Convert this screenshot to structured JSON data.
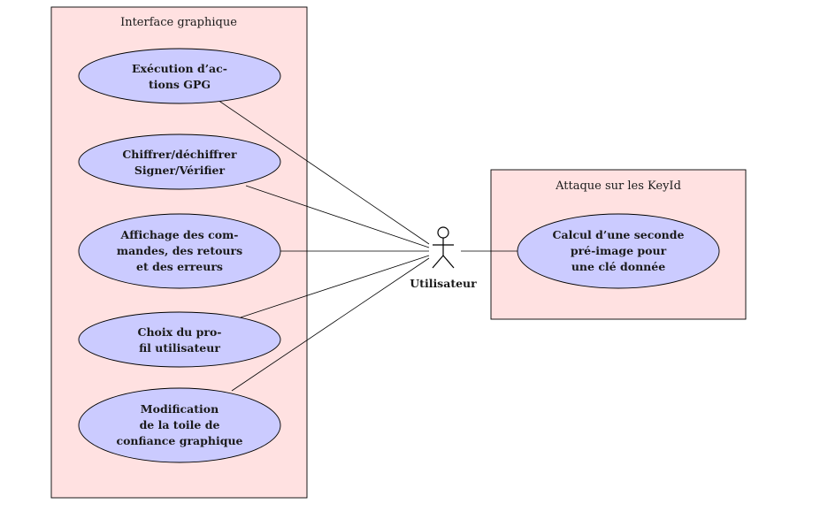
{
  "boundaries": [
    {
      "id": "gui",
      "title": "Interface graphique"
    },
    {
      "id": "attack",
      "title": "Attaque sur les KeyId"
    }
  ],
  "actor": {
    "label": "Utilisateur"
  },
  "use_cases": [
    {
      "id": "uc1",
      "boundary": "gui",
      "lines": [
        "Exécution d’ac-",
        "tions GPG"
      ]
    },
    {
      "id": "uc2",
      "boundary": "gui",
      "lines": [
        "Chiffrer/déchiffrer",
        "Signer/Vérifier"
      ]
    },
    {
      "id": "uc3",
      "boundary": "gui",
      "lines": [
        "Affichage des com-",
        "mandes, des retours",
        "et des erreurs"
      ]
    },
    {
      "id": "uc4",
      "boundary": "gui",
      "lines": [
        "Choix du pro-",
        "fil utilisateur"
      ]
    },
    {
      "id": "uc5",
      "boundary": "gui",
      "lines": [
        "Modification",
        "de la toile de",
        "confiance graphique"
      ]
    },
    {
      "id": "uc6",
      "boundary": "attack",
      "lines": [
        "Calcul d’une seconde",
        "pré-image pour",
        "une clé donnée"
      ]
    }
  ]
}
